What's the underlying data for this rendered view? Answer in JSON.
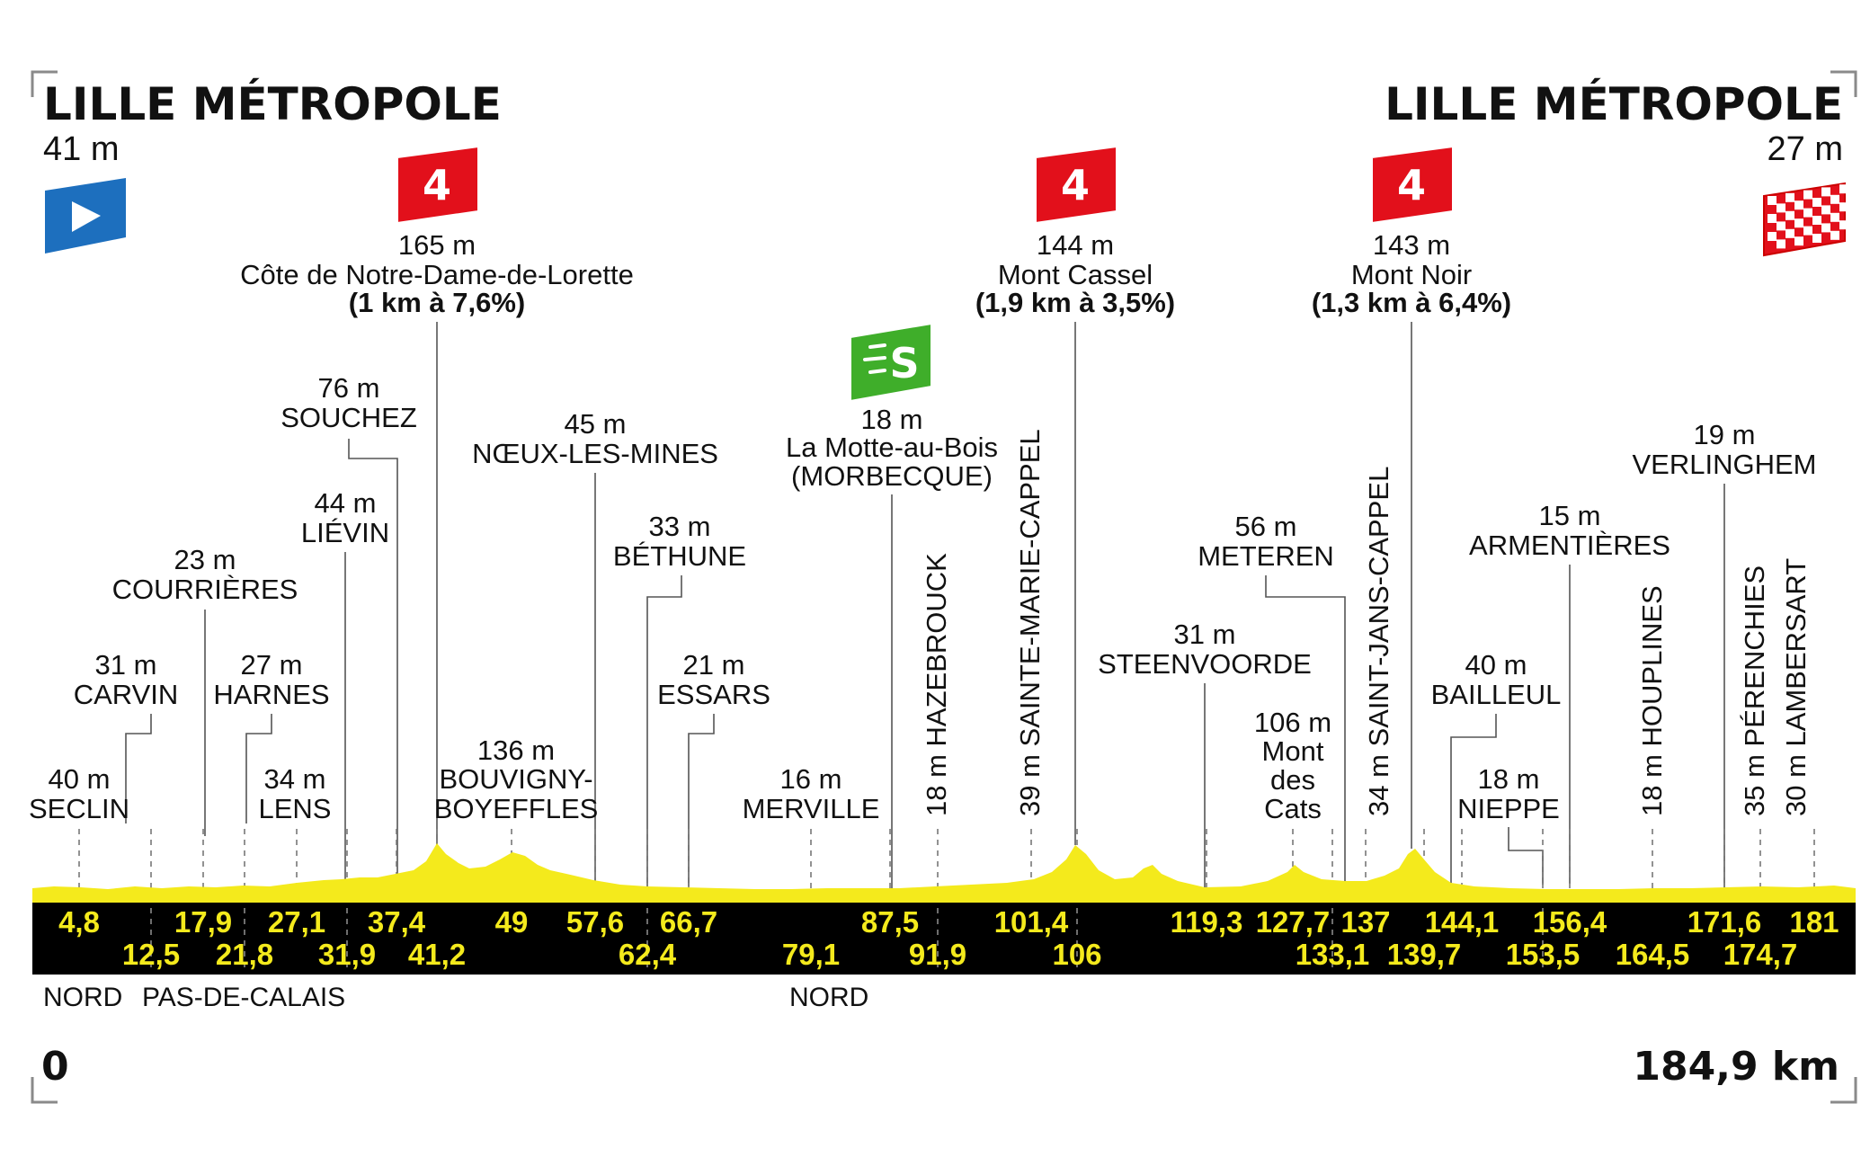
{
  "start": {
    "name": "LILLE MÉTROPOLE",
    "altitude": "41 m",
    "distance": "0"
  },
  "finish": {
    "name": "LILLE MÉTROPOLE",
    "altitude": "27 m",
    "distance": "184,9 km"
  },
  "colors": {
    "profile": "#f4ea1c",
    "band": "#000000",
    "km_text": "#f4ea1c",
    "climb": "#e2101b",
    "sprint": "#3fae2a",
    "start_flag": "#1d6fbe"
  },
  "climbs": [
    {
      "category": "4",
      "altitude": "165 m",
      "name": "Côte de Notre-Dame-de-Lorette",
      "detail": "(1 km à 7,6%)"
    },
    {
      "category": "4",
      "altitude": "144 m",
      "name": "Mont Cassel",
      "detail": "(1,9 km à 3,5%)"
    },
    {
      "category": "4",
      "altitude": "143 m",
      "name": "Mont Noir",
      "detail": "(1,3 km à 6,4%)"
    }
  ],
  "sprint": {
    "symbol": "S",
    "altitude": "18 m",
    "name": "La Motte-au-Bois",
    "detail": "(MORBECQUE)"
  },
  "places": [
    {
      "altitude": "40 m",
      "name": "SECLIN"
    },
    {
      "altitude": "31 m",
      "name": "CARVIN"
    },
    {
      "altitude": "23 m",
      "name": "COURRIÈRES"
    },
    {
      "altitude": "27 m",
      "name": "HARNES"
    },
    {
      "altitude": "34 m",
      "name": "LENS"
    },
    {
      "altitude": "44 m",
      "name": "LIÉVIN"
    },
    {
      "altitude": "76 m",
      "name": "SOUCHEZ"
    },
    {
      "altitude": "136 m",
      "name": "BOUVIGNY-",
      "name2": "BOYEFFLES"
    },
    {
      "altitude": "45 m",
      "name": "NŒUX-LES-MINES"
    },
    {
      "altitude": "33 m",
      "name": "BÉTHUNE"
    },
    {
      "altitude": "21 m",
      "name": "ESSARS"
    },
    {
      "altitude": "16 m",
      "name": "MERVILLE"
    },
    {
      "altitude": "31 m",
      "name": "STEENVOORDE"
    },
    {
      "altitude": "56 m",
      "name": "METEREN"
    },
    {
      "altitude": "106 m",
      "name": "Mont",
      "name2": "des",
      "name3": "Cats"
    },
    {
      "altitude": "40 m",
      "name": "BAILLEUL"
    },
    {
      "altitude": "18 m",
      "name": "NIEPPE"
    },
    {
      "altitude": "15 m",
      "name": "ARMENTIÈRES"
    },
    {
      "altitude": "19 m",
      "name": "VERLINGHEM"
    }
  ],
  "vertical_places": [
    "18 m HAZEBROUCK",
    "39 m SAINTE-MARIE-CAPPEL",
    "34 m SAINT-JANS-CAPPEL",
    "18 m HOUPLINES",
    "35 m PÉRENCHIES",
    "30 m LAMBERSART"
  ],
  "km_top": [
    "4,8",
    "17,9",
    "27,1",
    "37,4",
    "49",
    "57,6",
    "66,7",
    "87,5",
    "101,4",
    "119,3",
    "127,7",
    "137",
    "144,1",
    "156,4",
    "171,6",
    "181"
  ],
  "km_bottom": [
    "12,5",
    "21,8",
    "31,9",
    "41,2",
    "62,4",
    "79,1",
    "91,9",
    "106",
    "133,1",
    "139,7",
    "153,5",
    "164,5",
    "174,7"
  ],
  "regions": [
    "NORD",
    "PAS-DE-CALAIS",
    "NORD"
  ]
}
